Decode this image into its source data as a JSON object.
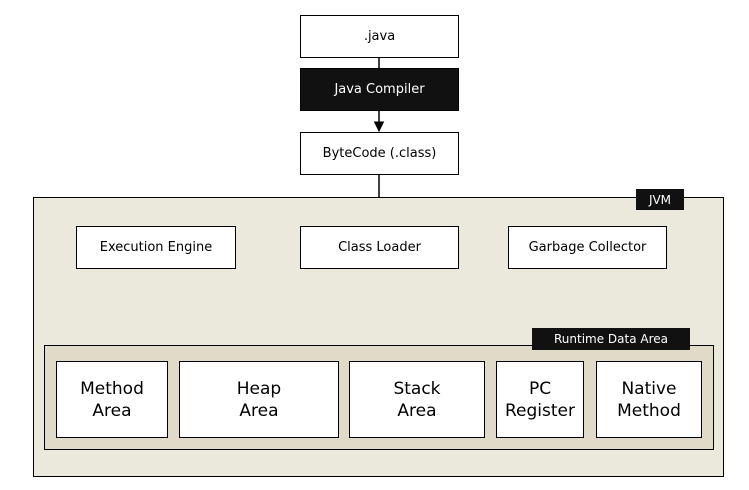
{
  "colors": {
    "jvm_background": "#ebe8dc",
    "runtime_background": "#e0dbc8",
    "dark_box": "#111111",
    "stroke": "#000000"
  },
  "source": {
    "label": ".java"
  },
  "compiler": {
    "label": "Java Compiler"
  },
  "bytecode": {
    "label": "ByteCode (.class)"
  },
  "jvm": {
    "tag": "JVM",
    "execution_engine": "Execution Engine",
    "class_loader": "Class Loader",
    "garbage_collector": "Garbage Collector",
    "runtime": {
      "tag": "Runtime Data Area",
      "areas": [
        {
          "label": "Method\nArea"
        },
        {
          "label": "Heap\nArea"
        },
        {
          "label": "Stack\nArea"
        },
        {
          "label": "PC\nRegister"
        },
        {
          "label": "Native\nMethod"
        }
      ]
    }
  }
}
